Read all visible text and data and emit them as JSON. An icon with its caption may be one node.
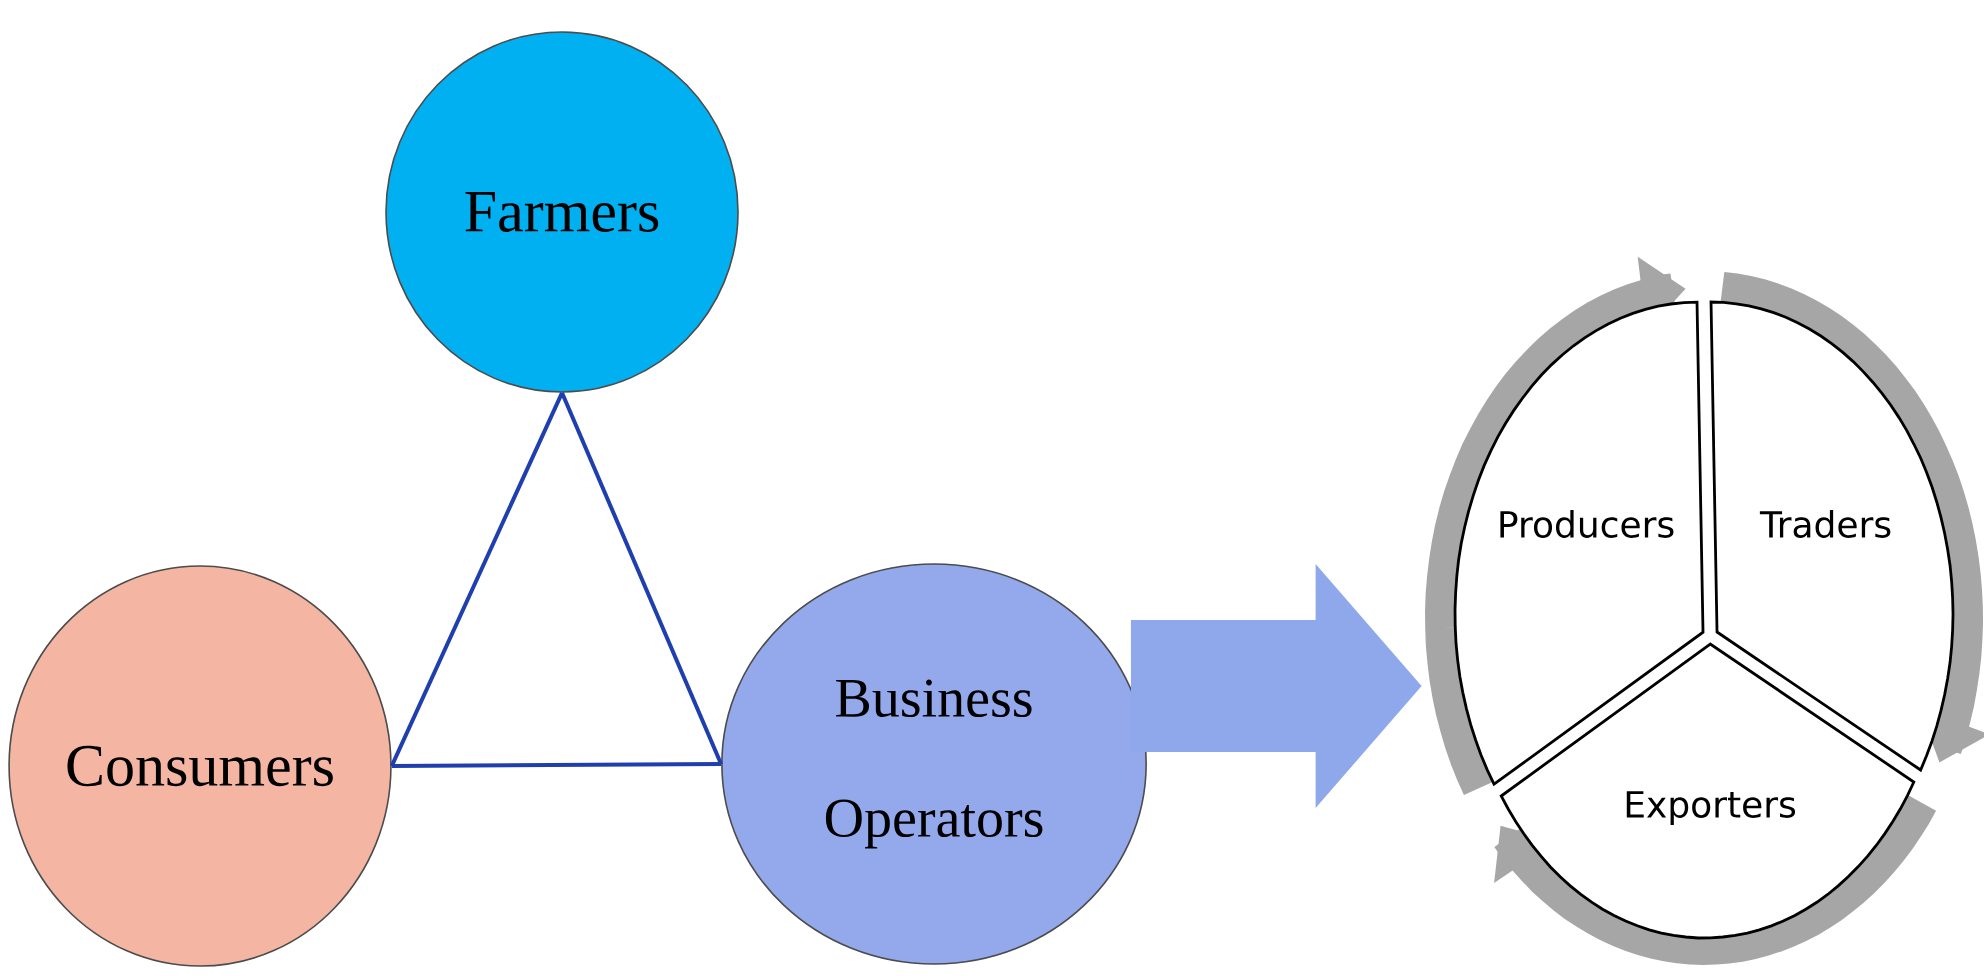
{
  "diagram": {
    "nodes": [
      {
        "text": [
          "Farmers"
        ]
      },
      {
        "text": [
          "Consumers"
        ]
      },
      {
        "text": [
          "Business Operators"
        ]
      },
      {
        "text": [],
        "shape": "circle"
      },
      {
        "text": [
          "Producers"
        ],
        "in": 3
      },
      {
        "text": [
          "Traders"
        ],
        "in": 3
      },
      {
        "text": [
          "Exporters"
        ],
        "in": 3
      }
    ],
    "edges": [
      {
        "from": 0,
        "to": 1,
        "arrow": "none",
        "color": "#1f3fae"
      },
      {
        "from": 0,
        "to": 2,
        "arrow": "none",
        "color": "#1f3fae"
      },
      {
        "from": 1,
        "to": 2,
        "arrow": "none",
        "color": "#1f3fae"
      },
      {
        "from": 2,
        "to": 3,
        "arrow": "to",
        "style": "thick",
        "color": "#8fa8ec"
      }
    ]
  }
}
